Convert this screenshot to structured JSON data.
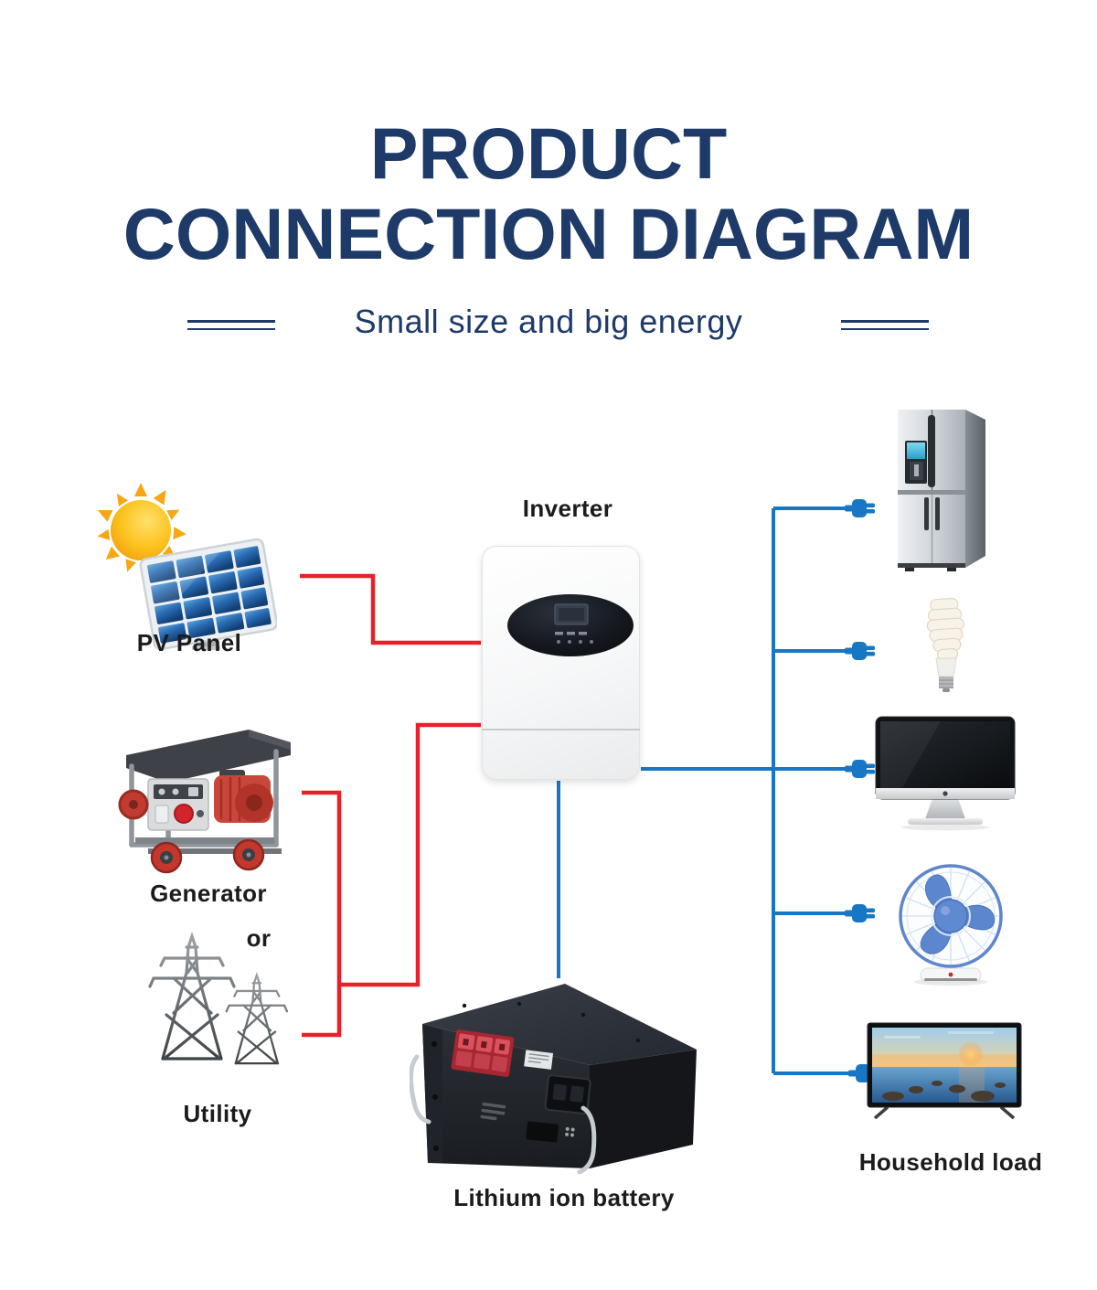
{
  "header": {
    "title_line1": "PRODUCT",
    "title_line2": "CONNECTION DIAGRAM",
    "subtitle": "Small size and big energy"
  },
  "colors": {
    "navy": "#1d3a68",
    "wire-red": "#e7212c",
    "wire-blue": "#1877c5",
    "label-ink": "#1b1b1b"
  },
  "labels": {
    "pv_panel": "PV Panel",
    "generator": "Generator",
    "or": "or",
    "utility": "Utility",
    "inverter": "Inverter",
    "battery": "Lithium ion battery",
    "household_load": "Household load"
  },
  "icons": {
    "sources": [
      "sun-solar-panel-icon",
      "generator-icon",
      "utility-towers-icon"
    ],
    "center": [
      "inverter-image",
      "lithium-battery-image"
    ],
    "household_loads": [
      "refrigerator-icon",
      "cfl-bulb-icon",
      "computer-icon",
      "desk-fan-icon",
      "tv-icon"
    ],
    "connector": "power-plug-icon"
  },
  "connections": [
    {
      "from": "pv-panel",
      "to": "inverter",
      "wire": "red"
    },
    {
      "from": "generator",
      "to": "inverter",
      "wire": "red"
    },
    {
      "from": "utility",
      "to": "inverter",
      "wire": "red"
    },
    {
      "from": "inverter",
      "to": "lithium-ion-battery",
      "wire": "blue"
    },
    {
      "from": "inverter",
      "to": "refrigerator",
      "wire": "blue"
    },
    {
      "from": "inverter",
      "to": "cfl-bulb",
      "wire": "blue"
    },
    {
      "from": "inverter",
      "to": "computer",
      "wire": "blue"
    },
    {
      "from": "inverter",
      "to": "desk-fan",
      "wire": "blue"
    },
    {
      "from": "inverter",
      "to": "tv",
      "wire": "blue"
    }
  ]
}
